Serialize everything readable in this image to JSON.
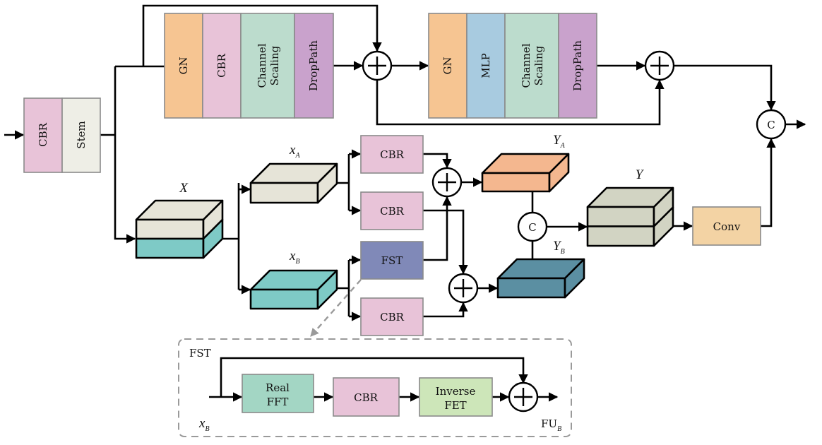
{
  "diagram": {
    "title": "Dual-branch block with FST module",
    "colors": {
      "cbr": "#e8c3d8",
      "stem": "#eeeee6",
      "gn": "#f6c592",
      "channel_scaling": "#bcdccd",
      "droppath": "#c9a2cc",
      "mlp": "#a8cbe0",
      "fst": "#8089b8",
      "conv": "#f3d3a4",
      "real_fft": "#a3d6c4",
      "inverse_fet": "#cde6b9",
      "xa_cube": "#e6e4d8",
      "xb_cube": "#7ecac6",
      "ya_cube": "#f4b78f",
      "yb_cube": "#5b8fa2",
      "y_cube": "#d2d4c3",
      "dashed": "#9a9a9a"
    },
    "stem": {
      "cbr_label": "CBR",
      "stem_label": "Stem"
    },
    "block1": {
      "labels": [
        "GN",
        "CBR",
        "Channel Scaling",
        "DropPath"
      ]
    },
    "block2": {
      "labels": [
        "GN",
        "MLP",
        "Channel Scaling",
        "DropPath"
      ]
    },
    "tensors": {
      "X": {
        "main": "X",
        "sub": ""
      },
      "xA": {
        "main": "x",
        "sub": "A"
      },
      "xB": {
        "main": "x",
        "sub": "B"
      },
      "YA": {
        "main": "Y",
        "sub": "A"
      },
      "YB": {
        "main": "Y",
        "sub": "B"
      },
      "Y": {
        "main": "Y",
        "sub": ""
      }
    },
    "branch_boxes": {
      "cbr1": "CBR",
      "cbr2": "CBR",
      "fst": "FST",
      "cbr3": "CBR",
      "conv": "Conv"
    },
    "operators": {
      "add": "+",
      "concat": "C"
    },
    "fst_detail": {
      "title": "FST",
      "input_main": "x",
      "input_sub": "B",
      "output_main": "FU",
      "output_sub": "B",
      "steps": [
        {
          "line1": "Real",
          "line2": "FFT"
        },
        {
          "line1": "CBR",
          "line2": ""
        },
        {
          "line1": "Inverse",
          "line2": "FET"
        }
      ]
    }
  }
}
